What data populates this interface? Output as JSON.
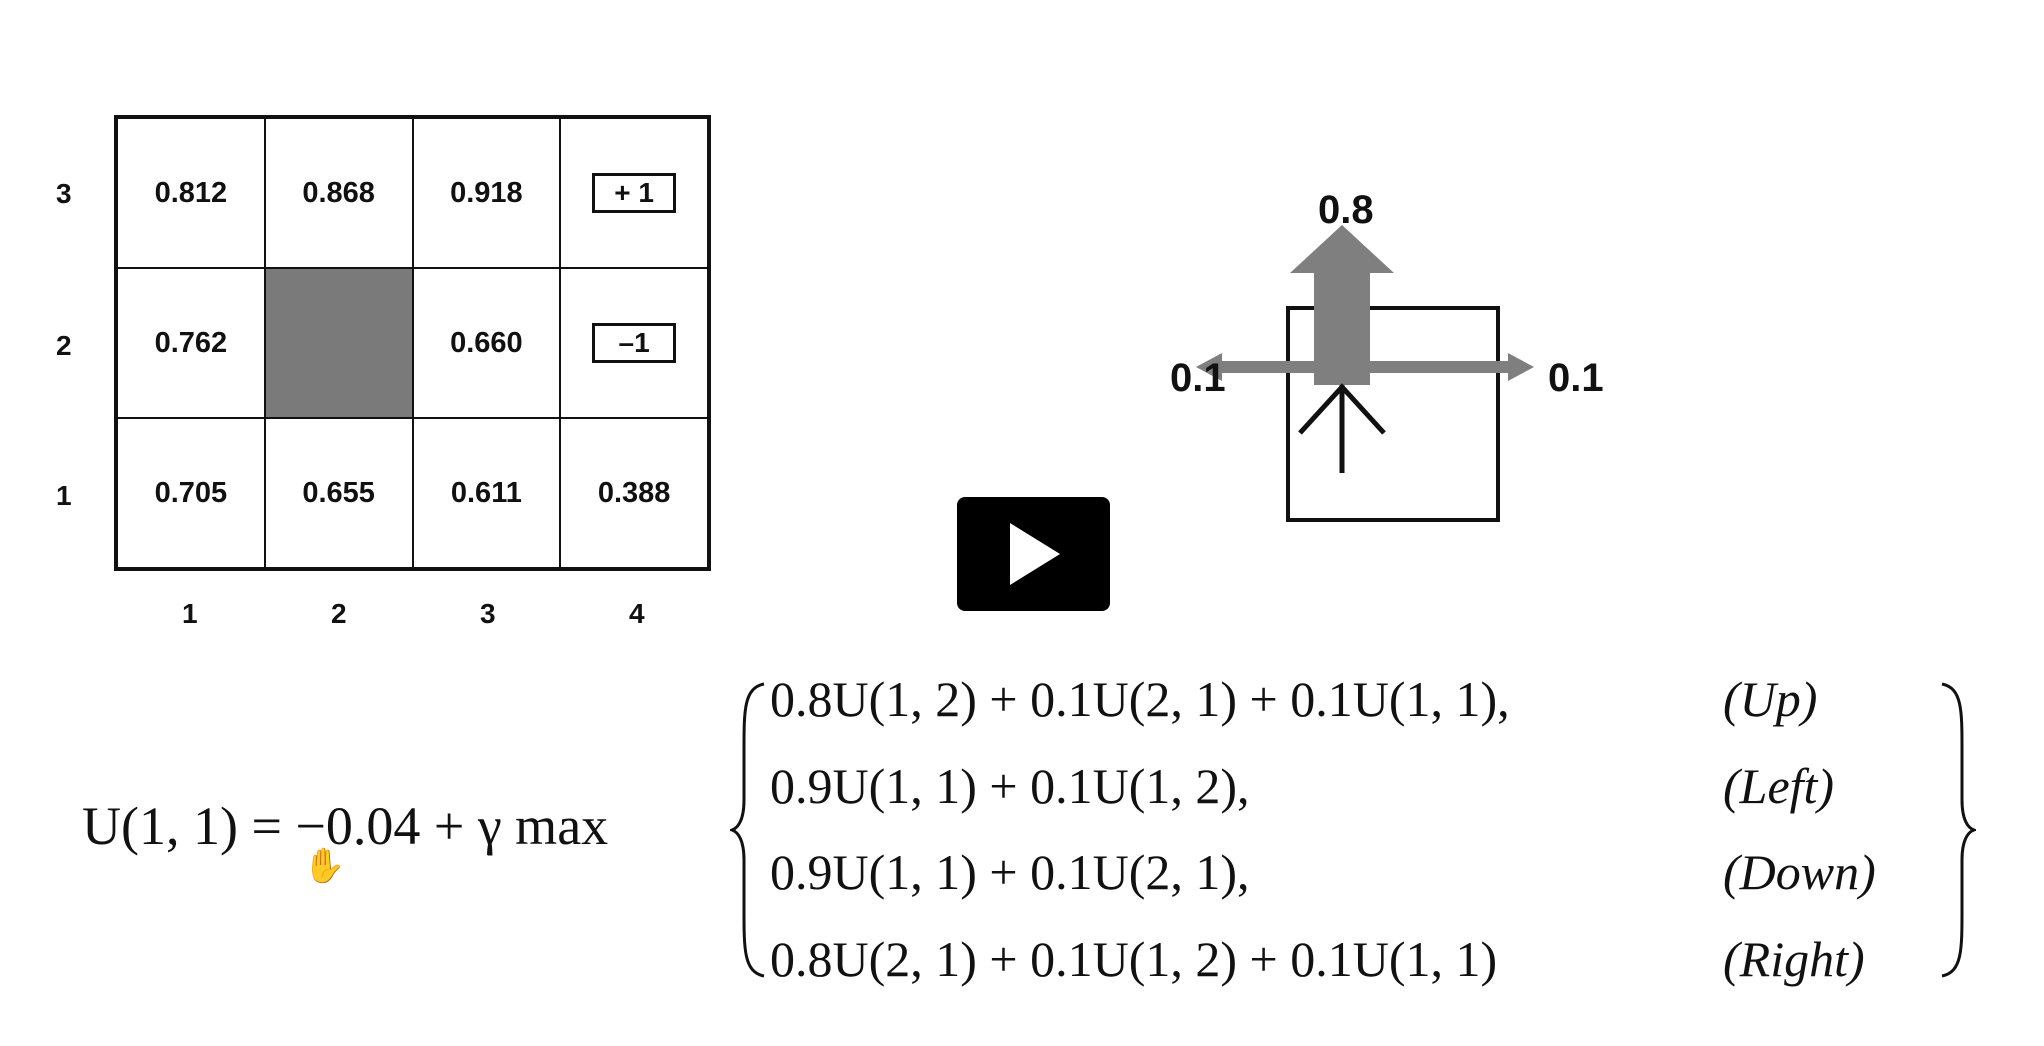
{
  "grid": {
    "rows": [
      [
        "0.812",
        "0.868",
        "0.918",
        "+ 1"
      ],
      [
        "0.762",
        "",
        "0.660",
        "–1"
      ],
      [
        "0.705",
        "0.655",
        "0.611",
        "0.388"
      ]
    ],
    "row_labels": [
      "3",
      "2",
      "1"
    ],
    "col_labels": [
      "1",
      "2",
      "3",
      "4"
    ]
  },
  "transition": {
    "forward": "0.8",
    "left": "0.1",
    "right": "0.1"
  },
  "equation": {
    "lhs": "U(1, 1) = −0.04 + γ max",
    "cases": [
      {
        "expr": "0.8U(1, 2) + 0.1U(2, 1) + 0.1U(1, 1),",
        "action": "(Up)"
      },
      {
        "expr": "0.9U(1, 1) + 0.1U(1, 2),",
        "action": "(Left)"
      },
      {
        "expr": "0.9U(1, 1) + 0.1U(2, 1),",
        "action": "(Down)"
      },
      {
        "expr": "0.8U(2, 1) + 0.1U(1, 2) + 0.1U(1, 1)",
        "action": "(Right)"
      }
    ]
  },
  "icons": {
    "play": "play-icon",
    "cursor": "hand-cursor-icon"
  },
  "colors": {
    "wall": "#7a7a7a",
    "arrow": "#7f7f7f",
    "play_bg": "#000000"
  }
}
